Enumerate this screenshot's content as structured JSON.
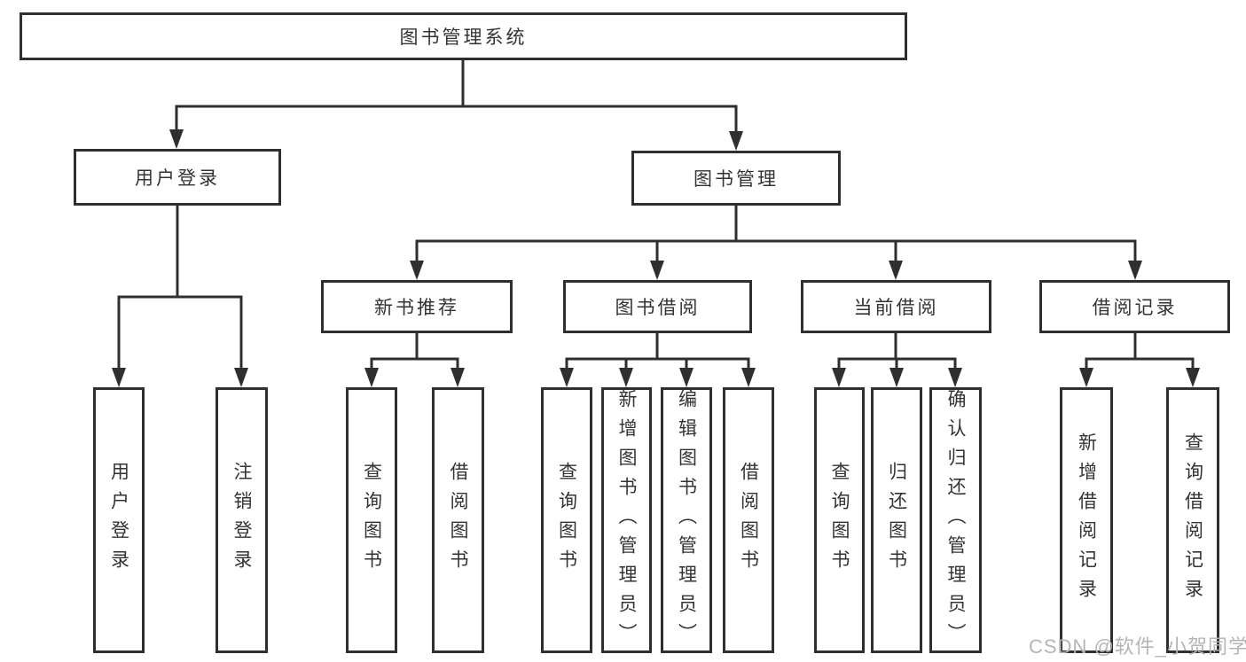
{
  "diagram": {
    "root": {
      "label": "图书管理系统"
    },
    "branches": [
      {
        "label": "用户登录",
        "children": [
          {
            "label": "用户登录"
          },
          {
            "label": "注销登录"
          }
        ]
      },
      {
        "label": "图书管理",
        "children": [
          {
            "label": "新书推荐",
            "children": [
              {
                "label": "查询图书"
              },
              {
                "label": "借阅图书"
              }
            ]
          },
          {
            "label": "图书借阅",
            "children": [
              {
                "label": "查询图书"
              },
              {
                "label": "新增图书（管理员）"
              },
              {
                "label": "编辑图书（管理员）"
              },
              {
                "label": "借阅图书"
              }
            ]
          },
          {
            "label": "当前借阅",
            "children": [
              {
                "label": "查询图书"
              },
              {
                "label": "归还图书"
              },
              {
                "label": "确认归还（管理员）"
              }
            ]
          },
          {
            "label": "借阅记录",
            "children": [
              {
                "label": "新增借阅记录"
              },
              {
                "label": "查询借阅记录"
              }
            ]
          }
        ]
      }
    ]
  },
  "colors": {
    "line": "#2f2f2f",
    "text": "#333333",
    "watermark": "#b5b5b5"
  },
  "watermark": {
    "text": "CSDN @软件_小贺同学"
  }
}
